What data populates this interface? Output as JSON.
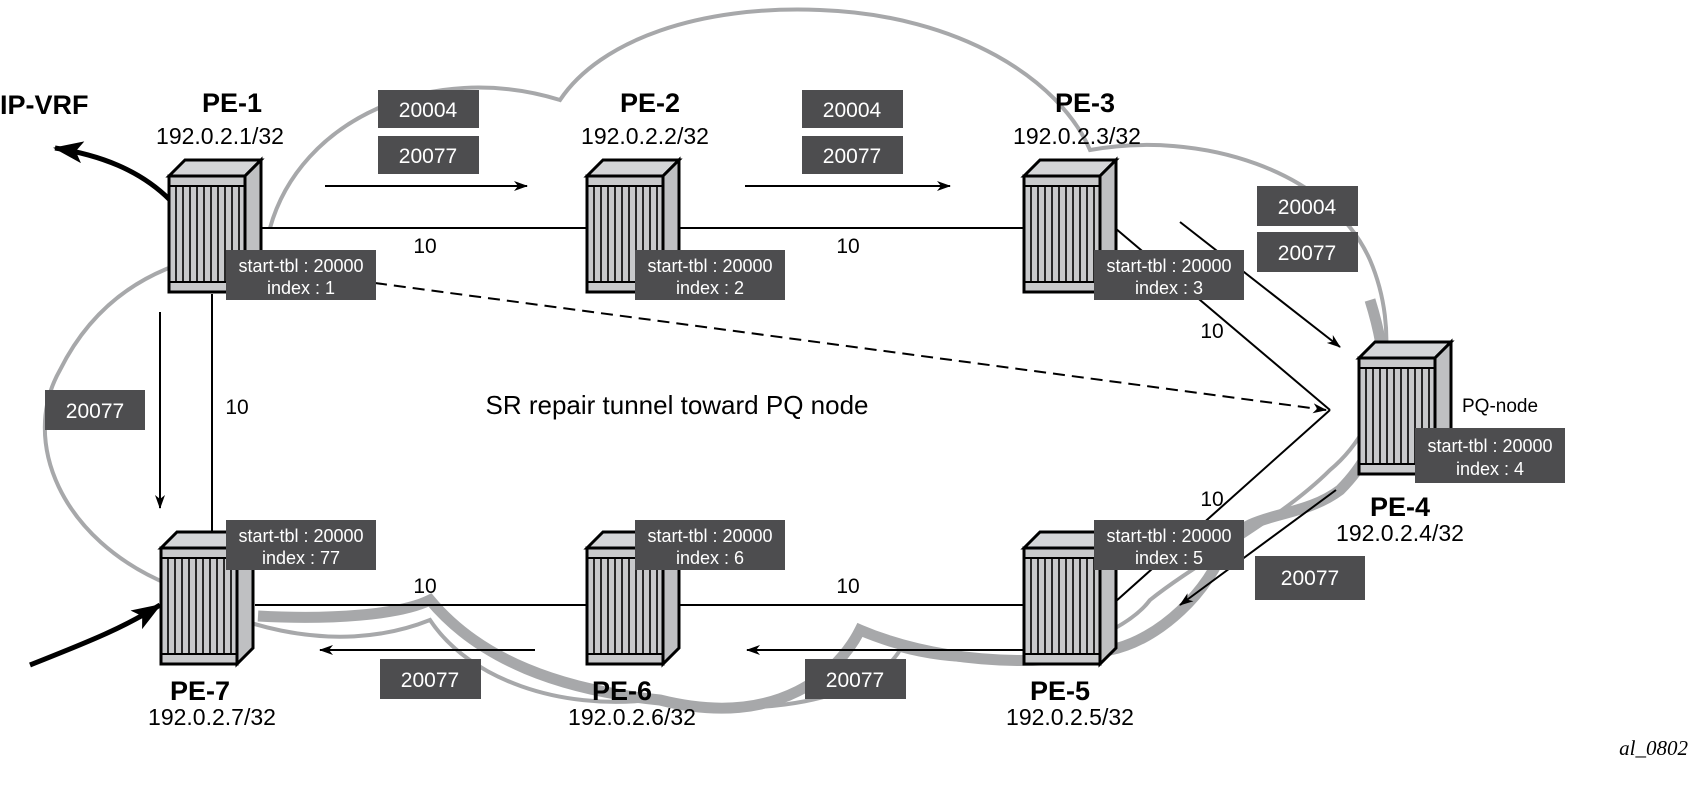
{
  "colors": {
    "label_box": "#4d4d4f",
    "cloud": "#a7a8aa",
    "router_fill": "#c8c9cb"
  },
  "ip_vrf": "IP-VRF",
  "caption": "SR repair tunnel toward PQ node",
  "pq_node": "PQ-node",
  "figure_id": "al_0802",
  "metric": "10",
  "nodes": {
    "pe1": {
      "name": "PE-1",
      "ip": "192.0.2.1/32",
      "tbl": "start-tbl : 20000",
      "index": "index : 1"
    },
    "pe2": {
      "name": "PE-2",
      "ip": "192.0.2.2/32",
      "tbl": "start-tbl : 20000",
      "index": "index : 2"
    },
    "pe3": {
      "name": "PE-3",
      "ip": "192.0.2.3/32",
      "tbl": "start-tbl : 20000",
      "index": "index : 3"
    },
    "pe4": {
      "name": "PE-4",
      "ip": "192.0.2.4/32",
      "tbl": "start-tbl : 20000",
      "index": "index : 4"
    },
    "pe5": {
      "name": "PE-5",
      "ip": "192.0.2.5/32",
      "tbl": "start-tbl : 20000",
      "index": "index : 5"
    },
    "pe6": {
      "name": "PE-6",
      "ip": "192.0.2.6/32",
      "tbl": "start-tbl : 20000",
      "index": "index : 6"
    },
    "pe7": {
      "name": "PE-7",
      "ip": "192.0.2.7/32",
      "tbl": "start-tbl : 20000",
      "index": "index : 77"
    }
  },
  "labels": {
    "l12a": "20004",
    "l12b": "20077",
    "l23a": "20004",
    "l23b": "20077",
    "l34a": "20004",
    "l34b": "20077",
    "l45": "20077",
    "l56": "20077",
    "l67": "20077",
    "l17": "20077"
  }
}
